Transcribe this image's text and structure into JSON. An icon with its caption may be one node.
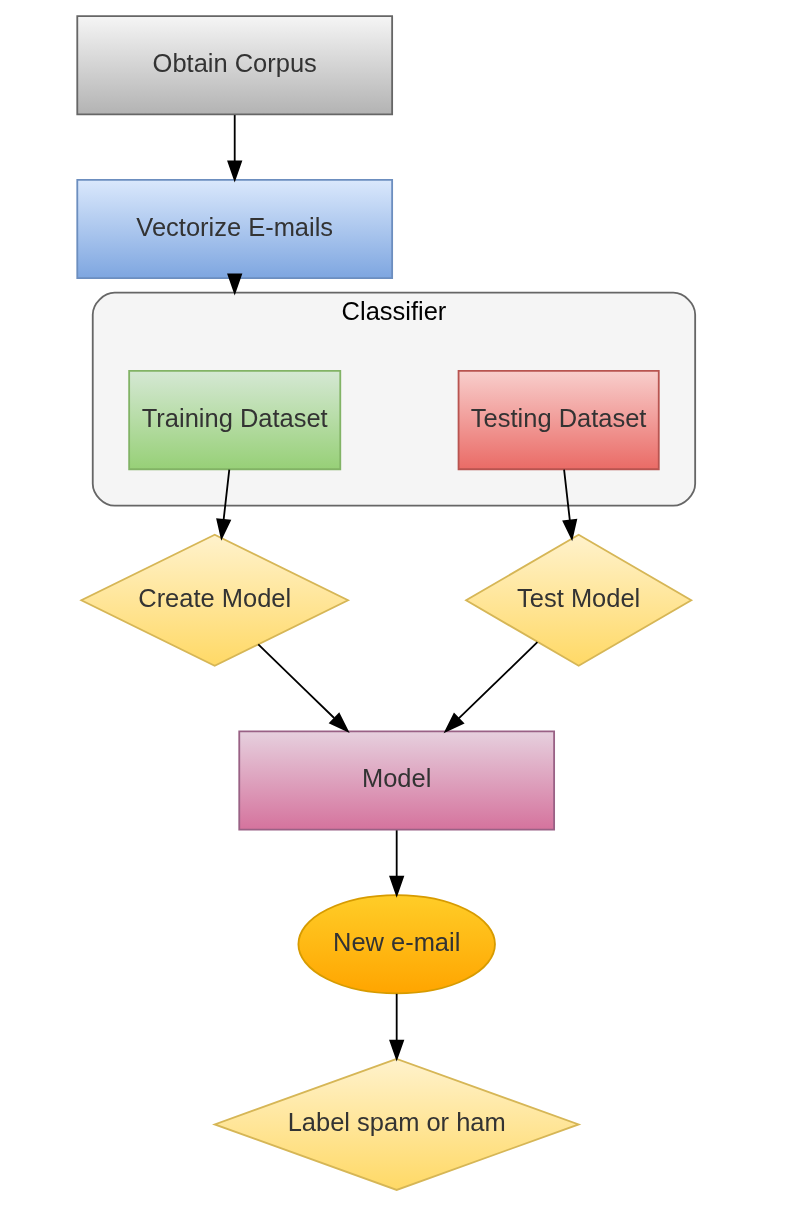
{
  "diagram": {
    "nodes": [
      {
        "text": [
          "Obtain Corpus"
        ]
      },
      {
        "text": [
          "Vectorize E-mails"
        ]
      },
      {
        "text": [
          "Classifier"
        ]
      },
      {
        "text": [
          "Training Dataset"
        ],
        "in": 2
      },
      {
        "text": [
          "Testing Dataset"
        ],
        "in": 2
      },
      {
        "text": [
          "Create Model"
        ]
      },
      {
        "text": [
          "Test Model"
        ]
      },
      {
        "text": [
          "Model"
        ]
      },
      {
        "text": [
          "New e-mail"
        ]
      },
      {
        "text": [
          "Label spam or ham"
        ]
      }
    ],
    "edges": [
      {
        "from": 0,
        "to": 1,
        "arrow": "to"
      },
      {
        "from": 1,
        "to": 2,
        "arrow": "to"
      },
      {
        "from": 3,
        "to": 5,
        "arrow": "to"
      },
      {
        "from": 4,
        "to": 6,
        "arrow": "to"
      },
      {
        "from": 5,
        "to": 7,
        "arrow": "to"
      },
      {
        "from": 6,
        "to": 7,
        "arrow": "to"
      },
      {
        "from": 7,
        "to": 8,
        "arrow": "to"
      },
      {
        "from": 8,
        "to": 9,
        "arrow": "to"
      }
    ]
  }
}
